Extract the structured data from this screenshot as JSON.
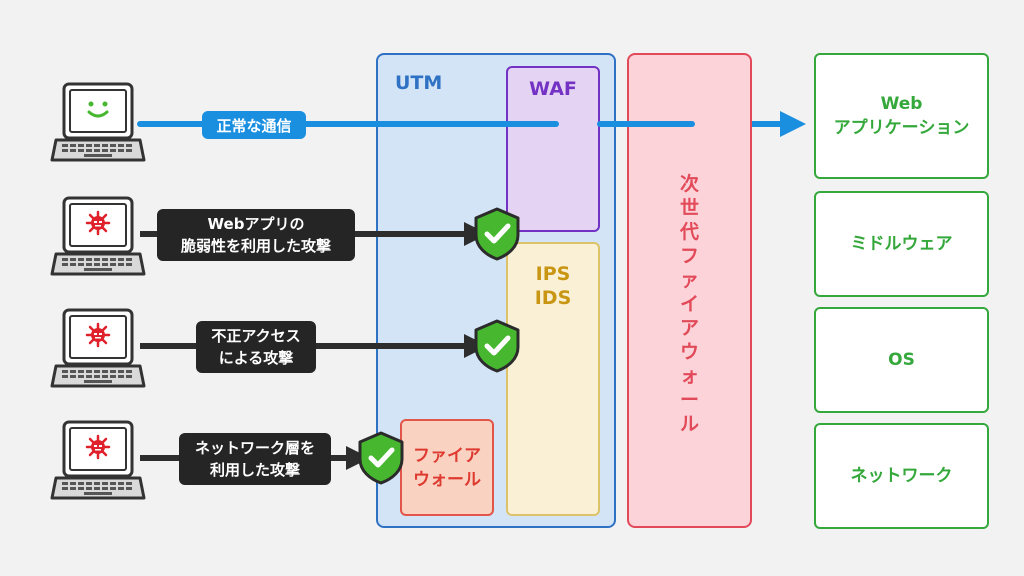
{
  "normal_label": "正常な通信",
  "attacks": [
    {
      "line1": "Webアプリの",
      "line2": "脆弱性を利用した攻撃"
    },
    {
      "line1": "不正アクセス",
      "line2": "による攻撃"
    },
    {
      "line1": "ネットワーク層を",
      "line2": "利用した攻撃"
    }
  ],
  "utm": {
    "title": "UTM"
  },
  "waf": {
    "title": "WAF"
  },
  "ips": {
    "line1": "IPS",
    "line2": "IDS"
  },
  "firewall": {
    "line1": "ファイア",
    "line2": "ウォール"
  },
  "ngfw": {
    "chars": [
      "次",
      "世",
      "代",
      "フ",
      "ァ",
      "イ",
      "ア",
      "ウ",
      "ォ",
      "ー",
      "ル"
    ]
  },
  "layers": {
    "web_app_line1": "Web",
    "web_app_line2": "アプリケーション",
    "middleware": "ミドルウェア",
    "os": "OS",
    "network": "ネットワーク"
  },
  "icons": {
    "normal_pc": "smiling-laptop-icon",
    "attacker_pc": "virus-laptop-icon",
    "shield": "shield-check-icon"
  },
  "colors": {
    "utm": "#2f72c4",
    "waf": "#7332c4",
    "ips": "#c89612",
    "firewall": "#de3a2f",
    "ngfw": "#e24a5a",
    "layer": "#35a83b",
    "normal_traffic": "#1a8fe0",
    "attack_traffic": "#2d2d2d",
    "shield": "#46b72f"
  }
}
